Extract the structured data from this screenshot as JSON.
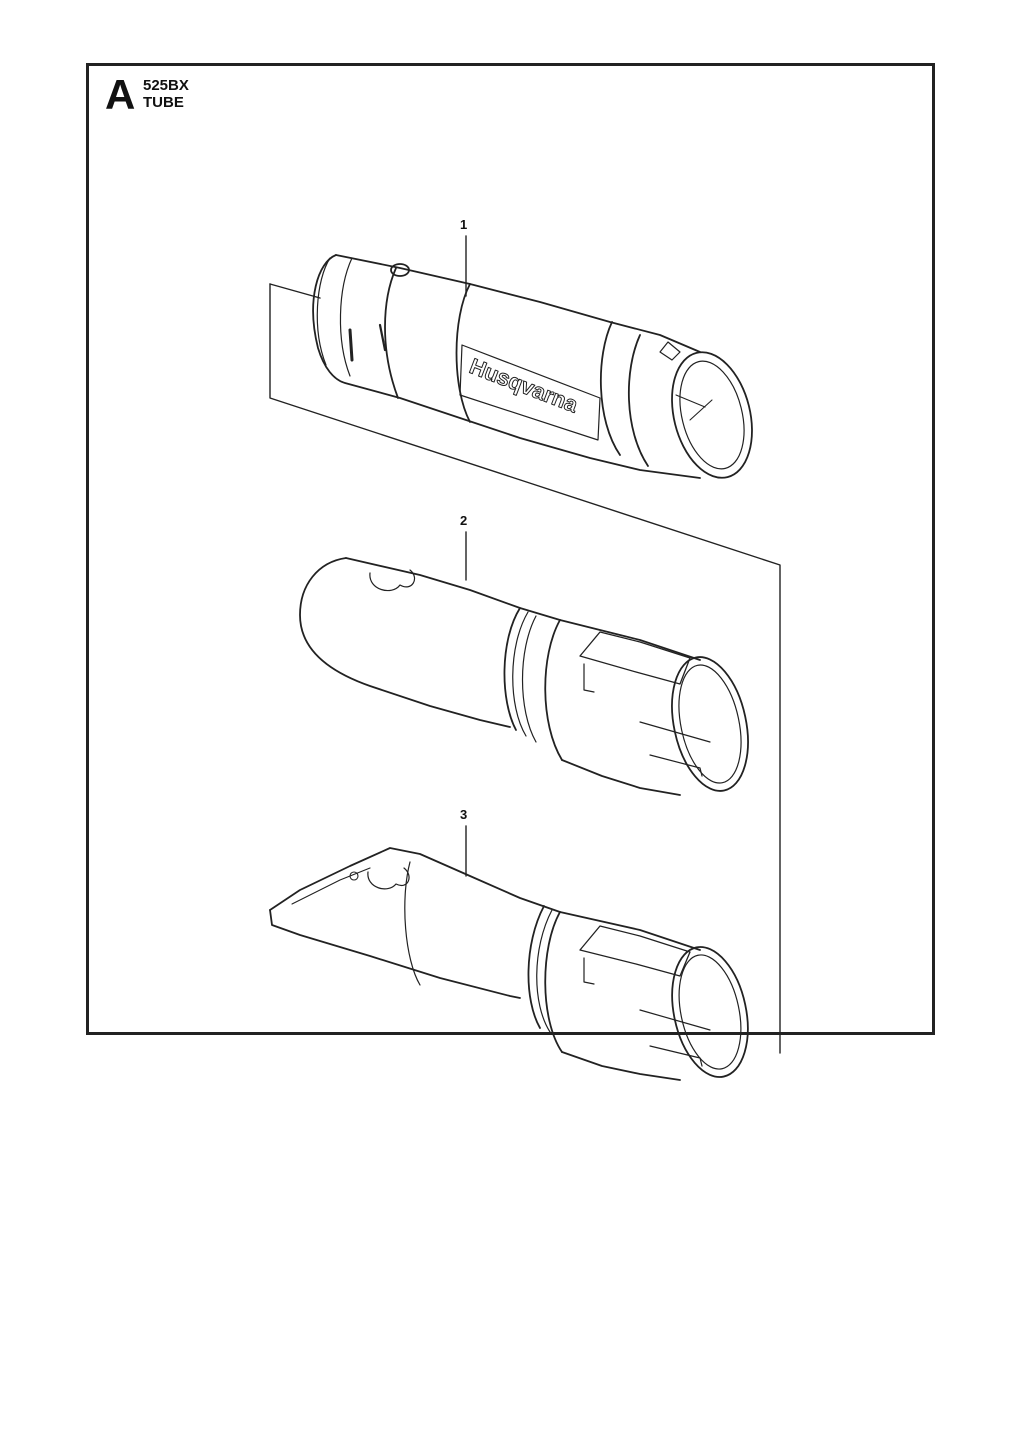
{
  "header": {
    "section_letter": "A",
    "model": "525BX",
    "title": "TUBE"
  },
  "parts": [
    {
      "callout": "1",
      "brand_text": "Husqvarna"
    },
    {
      "callout": "2"
    },
    {
      "callout": "3"
    }
  ]
}
